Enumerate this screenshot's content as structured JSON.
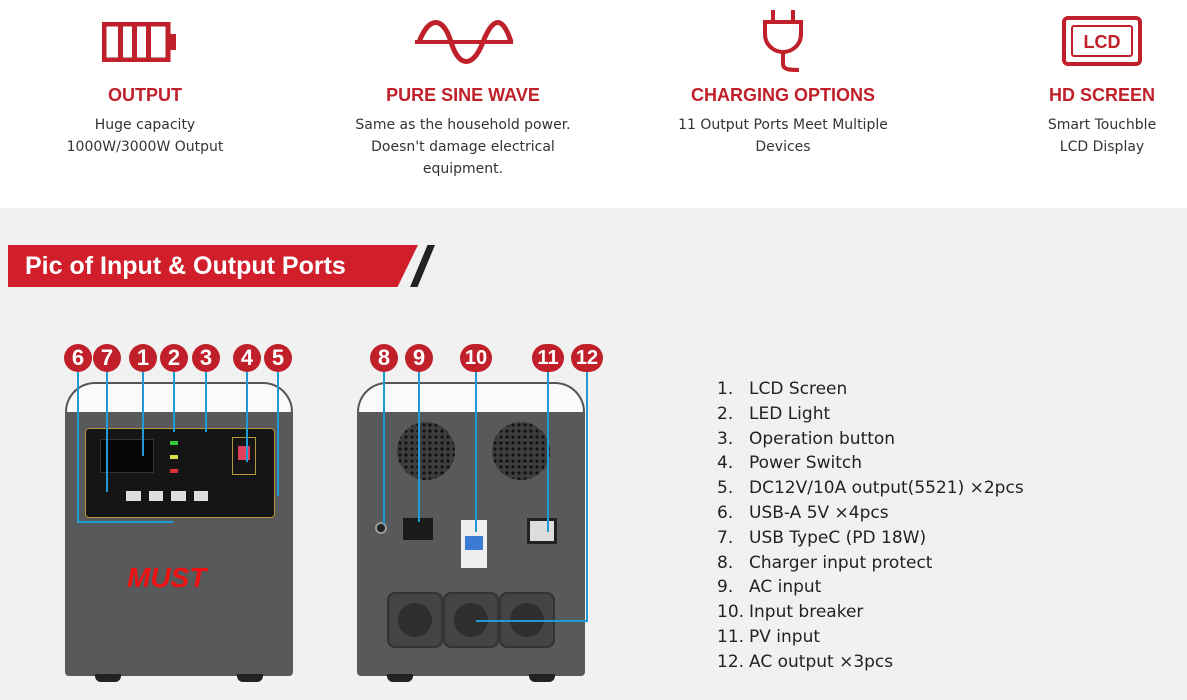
{
  "features": [
    {
      "icon": "battery-icon",
      "title": "OUTPUT",
      "lines": [
        "Huge capacity",
        "1000W/3000W Output"
      ]
    },
    {
      "icon": "sine-wave-icon",
      "title": "PURE SINE WAVE",
      "lines": [
        "Same as the household power.",
        "Doesn't damage electrical",
        "equipment."
      ]
    },
    {
      "icon": "plug-icon",
      "title": "CHARGING OPTIONS",
      "lines": [
        "11 Output Ports Meet Multiple",
        "Devices"
      ]
    },
    {
      "icon": "lcd-icon",
      "icon_text": "LCD",
      "title": "HD SCREEN",
      "lines": [
        "Smart Touchble",
        "LCD Display"
      ]
    }
  ],
  "banner": {
    "title": "Pic of Input & Output Ports"
  },
  "brand": {
    "logo": "MUST"
  },
  "callouts": [
    "1",
    "2",
    "3",
    "4",
    "5",
    "6",
    "7",
    "8",
    "9",
    "10",
    "11",
    "12"
  ],
  "ports": [
    {
      "n": "1.",
      "label": "LCD Screen"
    },
    {
      "n": "2.",
      "label": "LED Light"
    },
    {
      "n": "3.",
      "label": "Operation button"
    },
    {
      "n": "4.",
      "label": "Power Switch"
    },
    {
      "n": "5.",
      "label": "DC12V/10A output(5521) ×2pcs"
    },
    {
      "n": "6.",
      "label": "USB-A 5V ×4pcs"
    },
    {
      "n": "7.",
      "label": "USB TypeC (PD 18W)"
    },
    {
      "n": "8.",
      "label": "Charger input protect"
    },
    {
      "n": "9.",
      "label": "AC input"
    },
    {
      "n": "10.",
      "label": "Input breaker"
    },
    {
      "n": "11.",
      "label": "PV input"
    },
    {
      "n": "12.",
      "label": "AC output ×3pcs"
    }
  ],
  "colors": {
    "accent": "#c0202a",
    "callout_line": "#1e9ad8"
  }
}
